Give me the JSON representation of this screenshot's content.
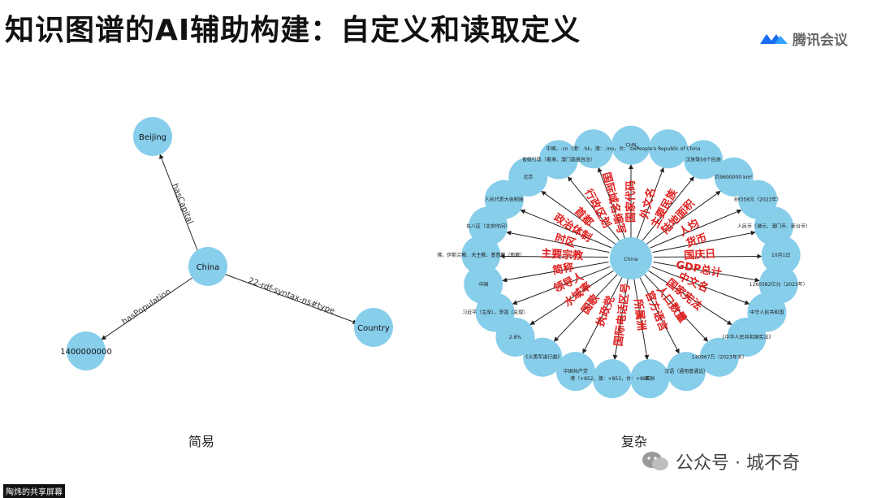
{
  "header": {
    "title": "知识图谱的AI辅助构建：自定义和读取定义",
    "logo_text": "腾讯会议"
  },
  "simple_graph": {
    "caption": "简易",
    "nodes": {
      "beijing": "Beijing",
      "china": "China",
      "population": "1400000000",
      "country": "Country"
    },
    "edges": {
      "has_capital": "hasCapital",
      "has_population": "hasPopulation",
      "type": "22-rdf-syntax-ns#type"
    }
  },
  "complex_graph": {
    "caption": "复杂",
    "center": "China",
    "nodes": [
      "CHN",
      "People's Republic of China",
      "汉族等56个民族",
      "约9600000 km²",
      "89358元（2023年）",
      "人民币（港元、澳门币、新台币）",
      "10月1日",
      "1260582亿元（2023年）",
      "中华人民共和国",
      "《中华人民共和国宪法》",
      "140967万（2023年末）",
      "汉语（通用普通话）",
      "亚洲",
      "港（+852，澳：+853，台：+886）",
      "中国共产党",
      "《义勇军进行曲》",
      "2.8%",
      "习近平（主席），李强（总理）",
      "中国",
      "佛、伊斯兰教、天主教、基督教（新教）",
      "东八区（北京时间）",
      "人民代表大会制度",
      "北京",
      "省级行政（香港、澳门高度自治）",
      "中国，.cn（港：.hk，澳：.mo，台：.tw）"
    ],
    "edges": [
      "国家代码",
      "外文名",
      "主要民族",
      "陆地面积",
      "人均",
      "货币",
      "国庆日",
      "GDP总计",
      "中文名",
      "国家宪法",
      "人口数量",
      "官方语言",
      "所属洲",
      "国际电话区号",
      "执政党",
      "国歌",
      "水域率",
      "领导人",
      "简称",
      "主要宗教",
      "时区",
      "政治体制",
      "首都",
      "行政区划",
      "国际域名缩写"
    ]
  },
  "footer": {
    "watermark": "公众号 · 城不奇",
    "share_label": "陶炜的共享屏幕"
  },
  "colors": {
    "node": "#87ceeb",
    "complex_edge_label": "#e02020"
  }
}
